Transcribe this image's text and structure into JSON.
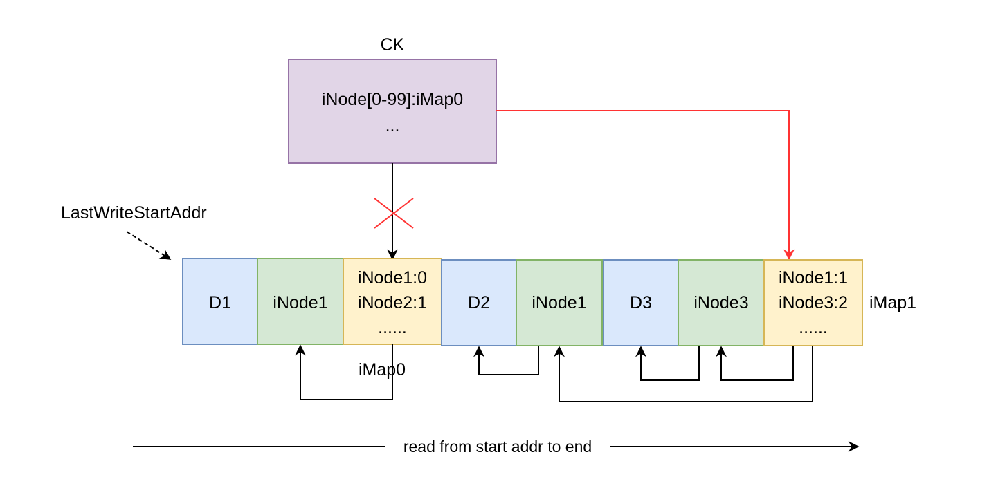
{
  "checkpoint": {
    "title": "CK",
    "lines": [
      "iNode[0-99]:iMap0",
      "..."
    ]
  },
  "last_write_label": "LastWriteStartAddr",
  "log_blocks": [
    {
      "kind": "data",
      "lines": [
        "D1"
      ]
    },
    {
      "kind": "inode",
      "lines": [
        "iNode1"
      ]
    },
    {
      "kind": "imap",
      "lines": [
        "iNode1:0",
        "iNode2:1",
        "......"
      ]
    },
    {
      "kind": "data",
      "lines": [
        "D2"
      ]
    },
    {
      "kind": "inode",
      "lines": [
        "iNode1"
      ]
    },
    {
      "kind": "data",
      "lines": [
        "D3"
      ]
    },
    {
      "kind": "inode",
      "lines": [
        "iNode3"
      ]
    },
    {
      "kind": "imap",
      "lines": [
        "iNode1:1",
        "iNode3:2",
        "......"
      ]
    }
  ],
  "imap_labels": {
    "first": "iMap0",
    "second": "iMap1"
  },
  "read_direction_label": "read from start addr to end",
  "colors": {
    "checkpoint_fill": "#e1d5e7",
    "checkpoint_stroke": "#9673a6",
    "data_fill": "#dae8fc",
    "data_stroke": "#6c8ebf",
    "inode_fill": "#d5e8d4",
    "inode_stroke": "#82b366",
    "imap_fill": "#fff2cc",
    "imap_stroke": "#d6b656",
    "new_pointer": "#ff3333",
    "invalidated_mark": "#ff3333"
  }
}
